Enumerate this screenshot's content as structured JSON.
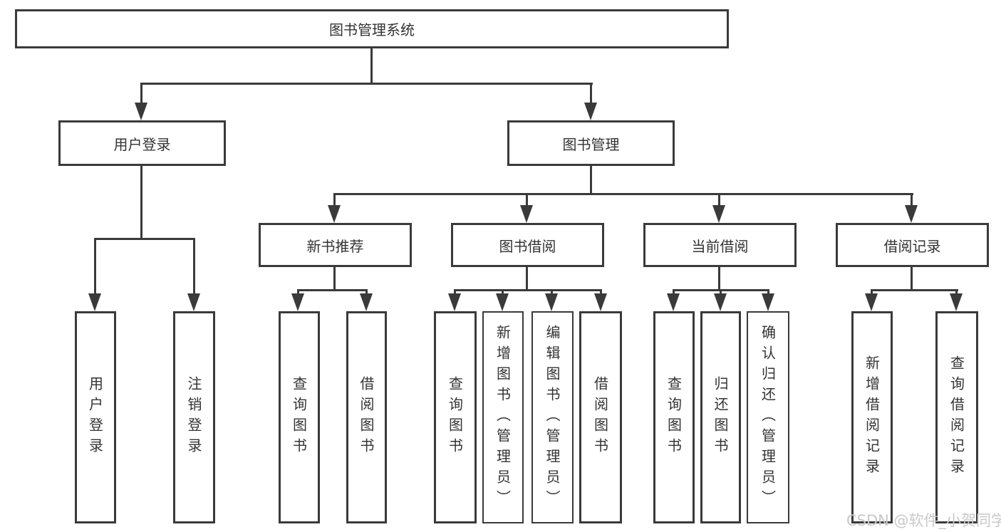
{
  "diagram": {
    "title": "图书管理系统",
    "level2": {
      "user_login": "用户登录",
      "book_mgmt": "图书管理"
    },
    "level3": {
      "new_books": "新书推荐",
      "book_borrow": "图书借阅",
      "current_borrow": "当前借阅",
      "borrow_records": "借阅记录"
    },
    "leaves": {
      "login": "用户登录",
      "logout": "注销登录",
      "nb_search": "查询图书",
      "nb_borrow": "借阅图书",
      "bb_search": "查询图书",
      "bb_add": "新增图书（管理员）",
      "bb_edit": "编辑图书（管理员）",
      "bb_borrow": "借阅图书",
      "cb_search": "查询图书",
      "cb_return": "归还图书",
      "cb_confirm": "确认归还（管理员）",
      "br_add": "新增借阅记录",
      "br_search": "查询借阅记录"
    }
  },
  "watermark": "CSDN @软件_小贺同学",
  "colors": {
    "line": "#3a3a3a",
    "text": "#333333",
    "watermark": "#c9c9c9",
    "background": "#ffffff"
  }
}
